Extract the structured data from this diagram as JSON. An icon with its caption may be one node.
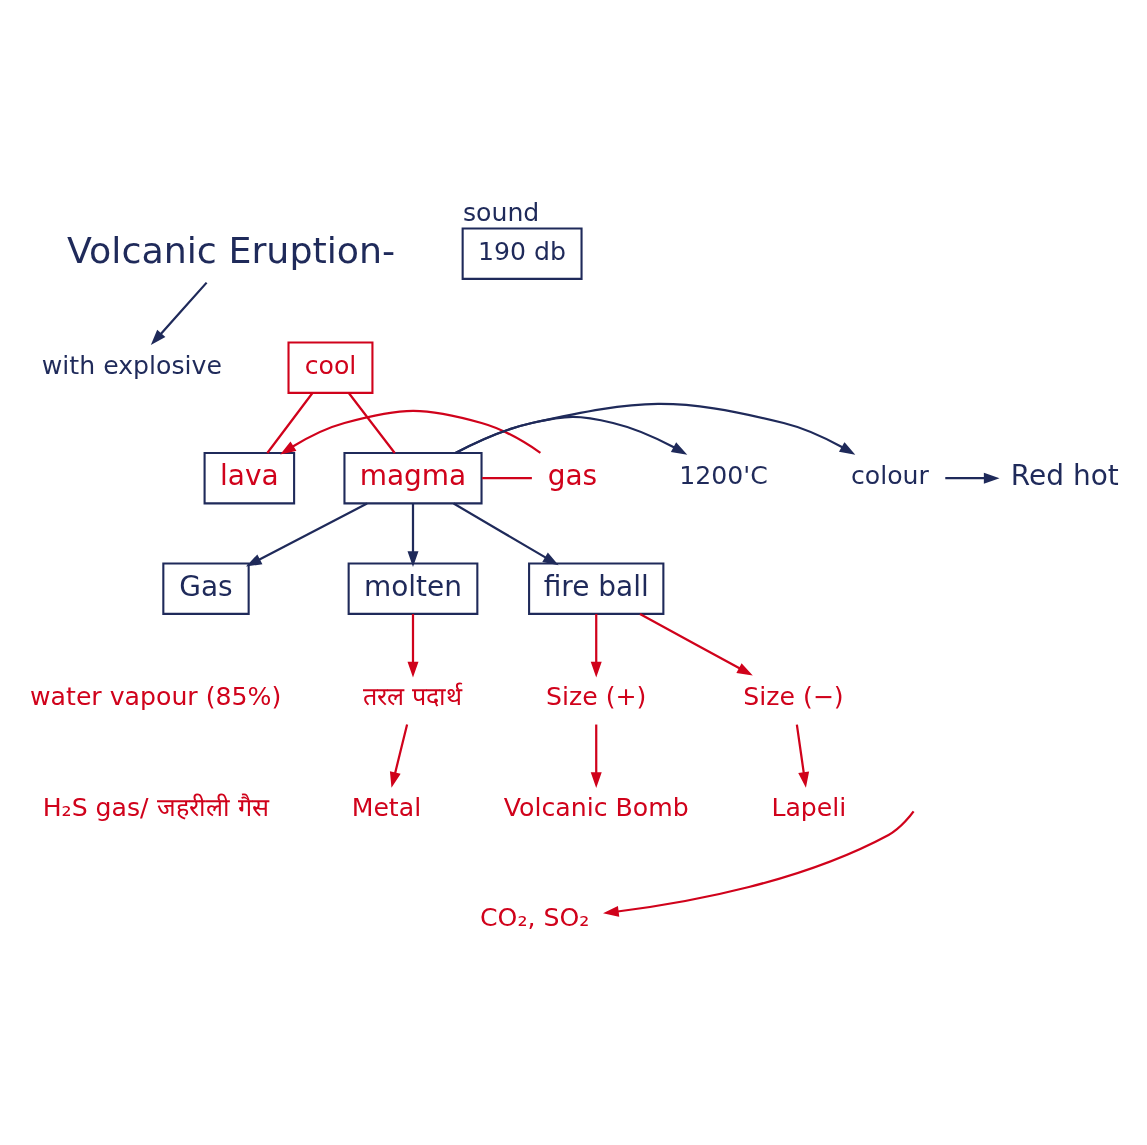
{
  "diagram": {
    "nodes": [
      {
        "text": [
          "Volcanic Eruption-"
        ]
      },
      {
        "text": [
          "with explosive"
        ]
      },
      {
        "text": [
          "190 db"
        ],
        "beside": [
          "sound"
        ]
      },
      {
        "text": [
          "lava"
        ]
      },
      {
        "text": [
          "cool"
        ]
      },
      {
        "text": [
          "gas"
        ]
      },
      {
        "text": [
          "magma"
        ]
      },
      {
        "text": [
          "1200'C"
        ]
      },
      {
        "text": [
          "colour"
        ]
      },
      {
        "text": [
          "Red hot"
        ]
      },
      {
        "text": [
          "Gas"
        ]
      },
      {
        "text": [
          "molten"
        ]
      },
      {
        "text": [
          "fire ball"
        ]
      },
      {
        "text": [
          "water vapour (85%)"
        ]
      },
      {
        "text": [
          "H₂S gas/ जहरीली गैस"
        ]
      },
      {
        "text": [
          "CO₂, SO₂"
        ]
      },
      {
        "text": [
          "तरल पदार्थ"
        ]
      },
      {
        "text": [
          "Metal"
        ]
      },
      {
        "text": [
          "Size (+)"
        ]
      },
      {
        "text": [
          "Size (−)"
        ]
      },
      {
        "text": [
          "Volcanic Bomb"
        ]
      },
      {
        "text": [
          "Lapeli"
        ]
      }
    ],
    "edges": [
      {
        "from": 0,
        "to": 1,
        "arrow": "to",
        "color": "#1f2a5a"
      },
      {
        "from": 3,
        "to": 4,
        "arrow": "none"
      },
      {
        "from": 4,
        "to": 6,
        "arrow": "none"
      },
      {
        "from": 5,
        "to": 3,
        "arrow": "to"
      },
      {
        "from": 6,
        "to": 5,
        "arrow": "none"
      },
      {
        "from": 6,
        "to": 7,
        "arrow": "to",
        "color": "#1f2a5a"
      },
      {
        "from": 6,
        "to": 8,
        "arrow": "to",
        "color": "#1f2a5a"
      },
      {
        "from": 8,
        "to": 9,
        "arrow": "to",
        "color": "#1f2a5a"
      },
      {
        "from": 6,
        "to": 10,
        "arrow": "to",
        "color": "#1f2a5a"
      },
      {
        "from": 6,
        "to": 11,
        "arrow": "to",
        "color": "#1f2a5a"
      },
      {
        "from": 6,
        "to": 12,
        "arrow": "to",
        "color": "#1f2a5a"
      },
      {
        "from": null,
        "to": 15,
        "arrow": "to"
      },
      {
        "from": 11,
        "to": 16,
        "arrow": "to"
      },
      {
        "from": 16,
        "to": 17,
        "arrow": "to"
      },
      {
        "from": 12,
        "to": 18,
        "arrow": "to"
      },
      {
        "from": 12,
        "to": 19,
        "arrow": "to"
      },
      {
        "from": 18,
        "to": 20,
        "arrow": "to"
      },
      {
        "from": 19,
        "to": 21,
        "arrow": "to"
      }
    ]
  }
}
